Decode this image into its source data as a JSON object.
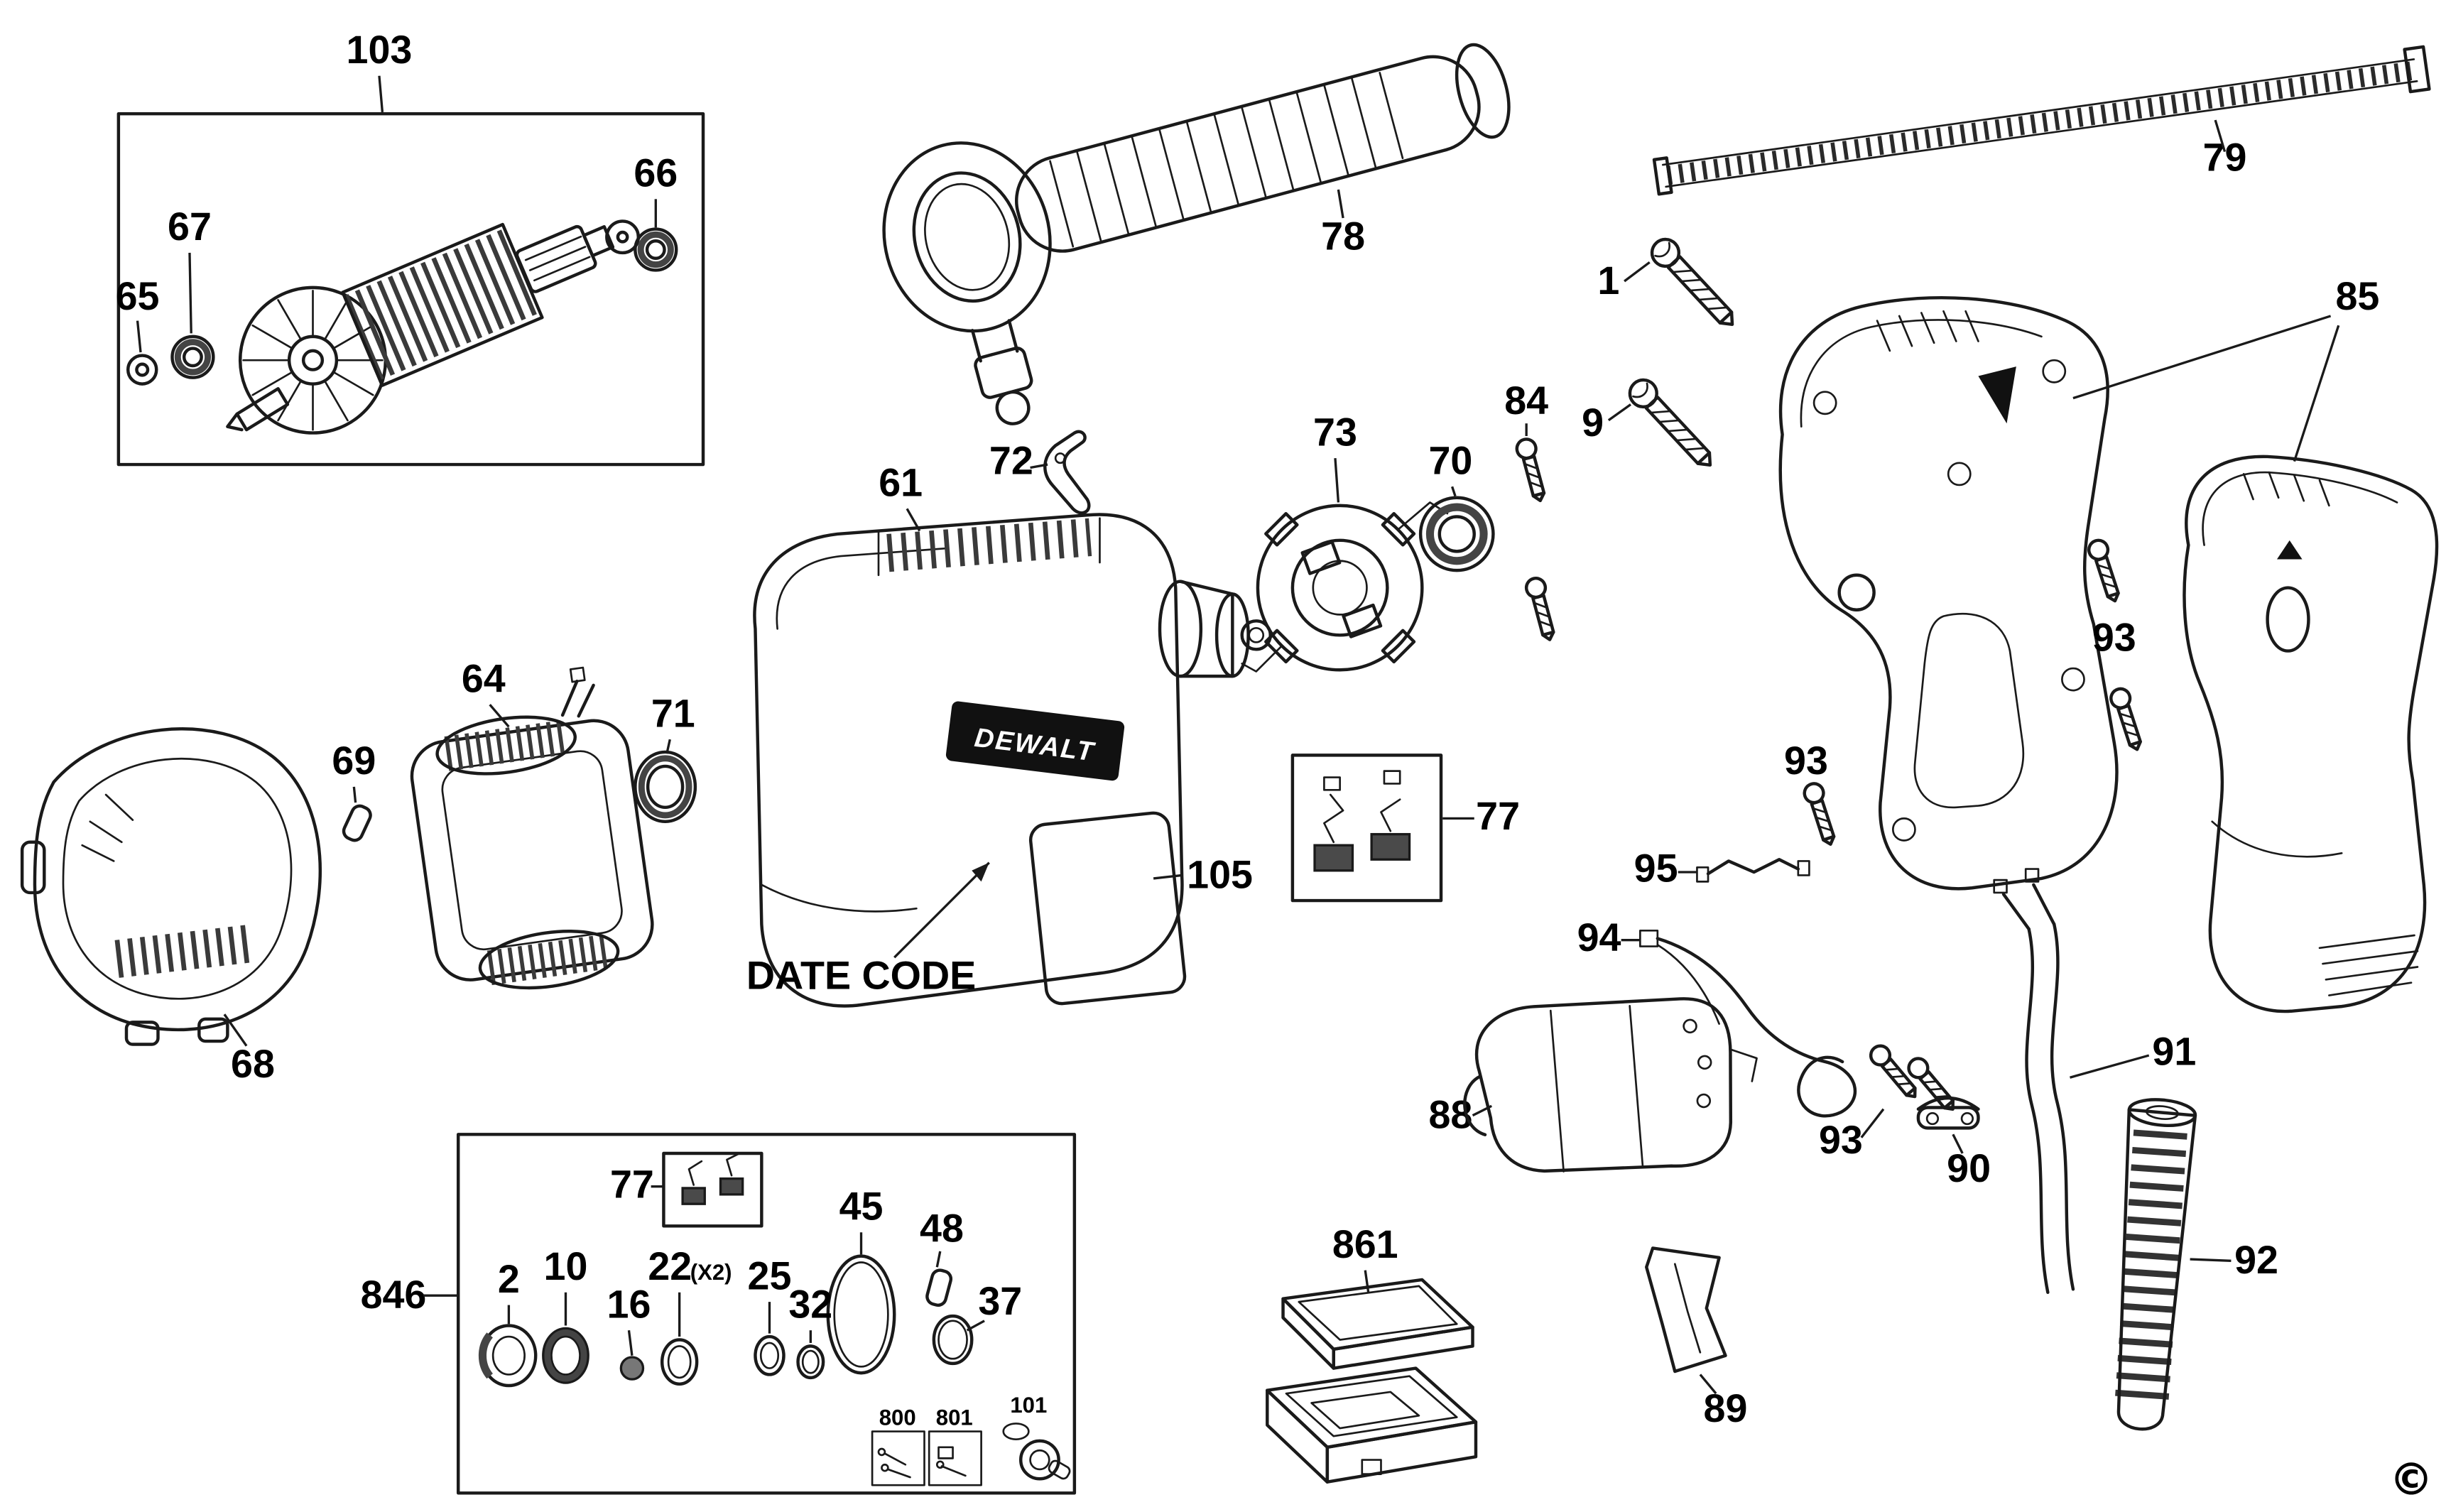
{
  "diagram": {
    "brand": "DEWALT",
    "copyright": "©",
    "annotations": {
      "date_code": "DATE CODE"
    },
    "labels": {
      "l103": "103",
      "l67": "67",
      "l66": "66",
      "l65": "65",
      "l78": "78",
      "l79": "79",
      "l1": "1",
      "l9": "9",
      "l85": "85",
      "l84": "84",
      "l73": "73",
      "l70": "70",
      "l72": "72",
      "l61": "61",
      "l93a": "93",
      "l93b": "93",
      "l93c": "93",
      "l64": "64",
      "l71": "71",
      "l69": "69",
      "l68": "68",
      "l77a": "77",
      "l77b": "77",
      "l105": "105",
      "l95": "95",
      "l94": "94",
      "l88": "88",
      "l91": "91",
      "l90": "90",
      "l92": "92",
      "l89": "89",
      "l861": "861",
      "l846": "846",
      "l45": "45",
      "l48": "48",
      "l2": "2",
      "l10": "10",
      "l16": "16",
      "l22": "22",
      "l22qty": "(X2)",
      "l25": "25",
      "l32": "32",
      "l37": "37",
      "l800": "800",
      "l801": "801",
      "l101": "101"
    }
  }
}
